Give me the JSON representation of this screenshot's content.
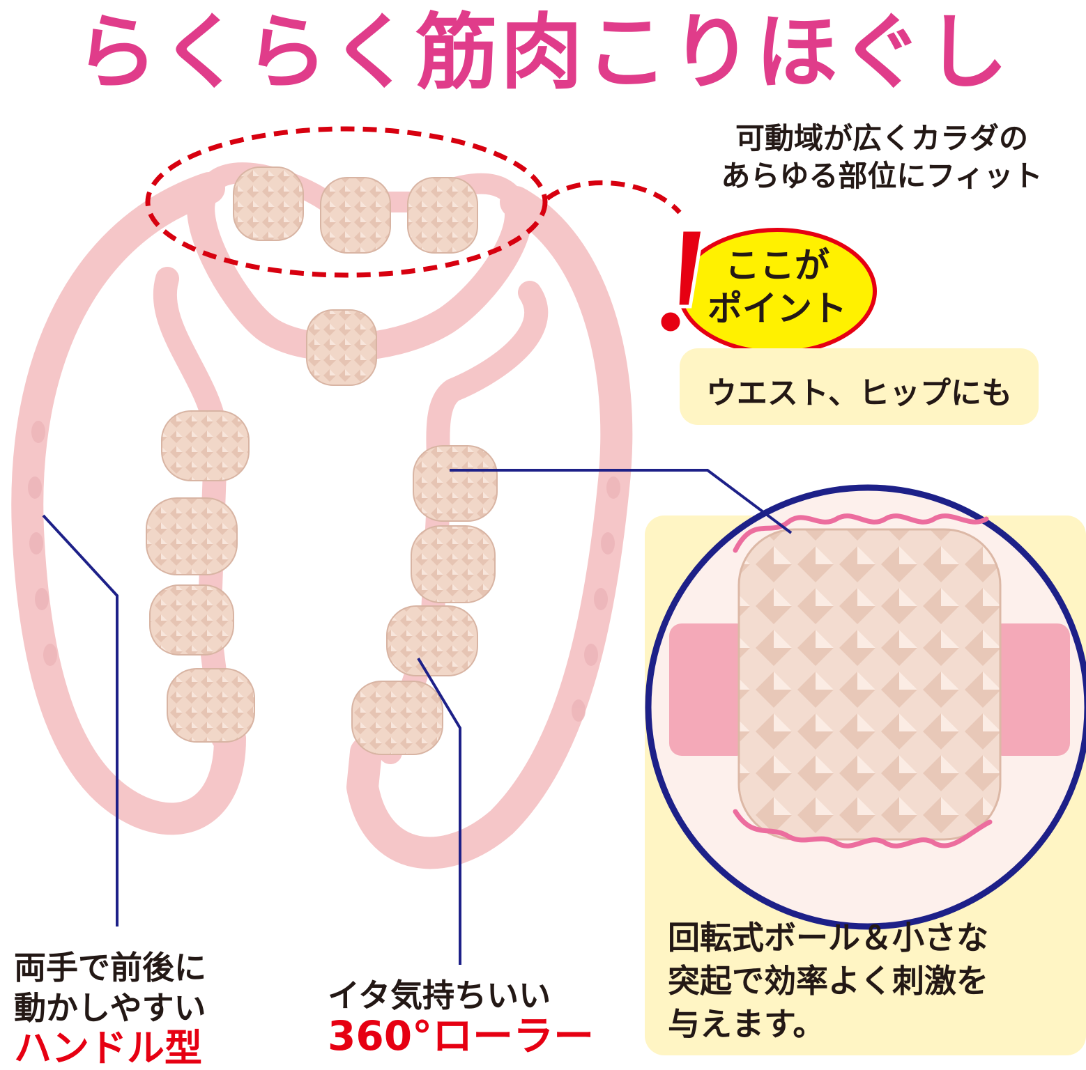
{
  "headline": "らくらく筋肉こりほぐし",
  "feature_top": {
    "line1": "可動域が広くカラダの",
    "line2": "あらゆる部位にフィット"
  },
  "point_badge": {
    "exclamation": "!",
    "line1": "ここが",
    "line2": "ポイント"
  },
  "yellow_box": "ウエスト、ヒップにも",
  "detail_text": {
    "line1": "回転式ボール＆小さな",
    "line2": "突起で効率よく刺激を",
    "line3": "与えます。"
  },
  "handle_caption": {
    "line1": "両手で前後に",
    "line2": "動かしやすい",
    "accent": "ハンドル型"
  },
  "roller_caption": {
    "line1": "イタ気持ちいい",
    "accent": "360°ローラー"
  },
  "colors": {
    "headline": "#e03c8a",
    "accent_red": "#e60012",
    "callout_line": "#1d2088",
    "dashed_red": "#d7000f",
    "badge_yellow": "#fff100",
    "panel_cream": "#fff5c4",
    "frame_pink": "#f5c6c8",
    "roller_beige": "#f1d7c8"
  }
}
